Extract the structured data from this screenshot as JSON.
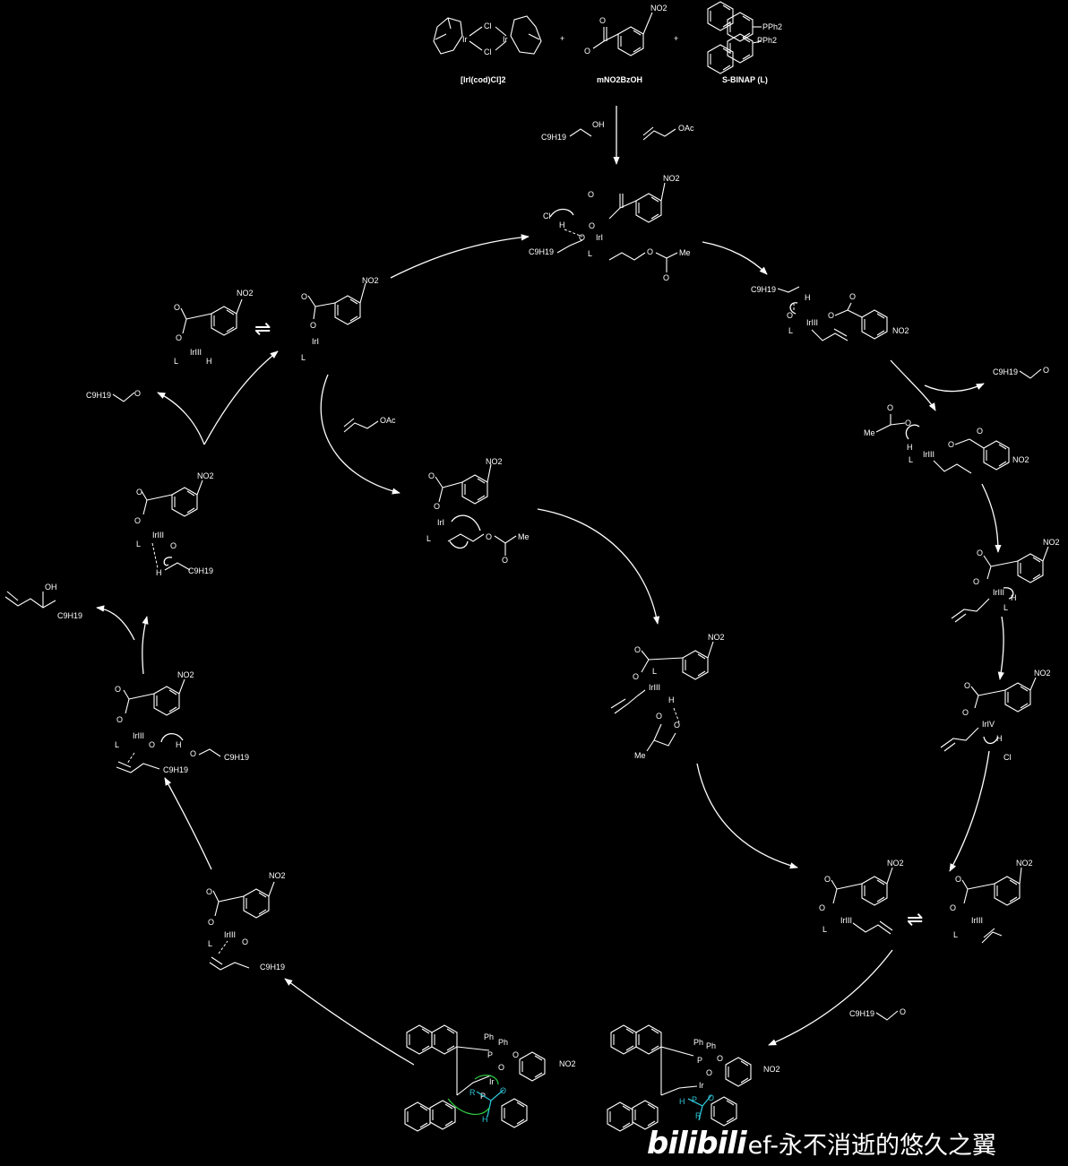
{
  "precatalyst": {
    "ir_dimer": {
      "atoms": {
        "cl_top": "Cl",
        "cl_bottom": "Cl",
        "ir_left": "Ir",
        "ir_right": "Ir"
      },
      "label": "[IrI(cod)Cl]2"
    },
    "plus_1": "+",
    "acid": {
      "atoms": {
        "no2": "NO2",
        "o_minus": "O"
      },
      "label": "mNO2BzOH"
    },
    "plus_2": "+",
    "binap": {
      "atoms": {
        "pph2_a": "PPh2",
        "pph2_b": "PPh2"
      },
      "label": "S-BINAP (L)"
    }
  },
  "reagents_entry": {
    "alcohol": "C9H19",
    "alcohol_oh": "OH",
    "allyl_acetate": "OAc"
  },
  "cycle": {
    "i1": {
      "cl": "Cl",
      "h": "H",
      "o1": "O",
      "ir": "IrI",
      "o2": "O",
      "o3": "O",
      "no2": "NO2",
      "r": "C9H19",
      "l": "L",
      "o4": "O",
      "me": "Me",
      "o5": "O"
    },
    "i2": {
      "r": "C9H19",
      "h": "H",
      "o": "O",
      "ir": "IrIII",
      "o2": "O",
      "o3": "O",
      "no2": "NO2",
      "l": "L"
    },
    "aldehyde_release_1": {
      "r": "C9H19",
      "o": "O"
    },
    "i3": {
      "o1": "O",
      "o2": "O",
      "me": "Me",
      "h": "H",
      "ir": "IrIII",
      "o3": "O",
      "o4": "O",
      "no2": "NO2",
      "l": "L"
    },
    "i4": {
      "no2": "NO2",
      "o1": "O",
      "o2": "O",
      "ir": "IrIII",
      "h": "H",
      "l": "L"
    },
    "i5": {
      "no2": "NO2",
      "o1": "O",
      "o2": "O",
      "ir": "IrIV",
      "h": "H",
      "cl": "Cl"
    },
    "i6": {
      "no2": "NO2",
      "o1": "O",
      "o2": "O",
      "ir": "IrIII",
      "l": "L",
      "eq": "⇌"
    },
    "i6b": {
      "no2": "NO2",
      "o1": "O",
      "o2": "O",
      "ir": "IrIII",
      "l": "L"
    },
    "aldehyde_add": {
      "r": "C9H19",
      "o": "O"
    },
    "ts_right": {
      "ph1": "Ph",
      "ph2": "Ph",
      "p": "P",
      "o1": "O",
      "ir": "Ir",
      "o2": "O",
      "no2": "NO2",
      "p2": "P",
      "h": "H",
      "o3": "O",
      "r": "R"
    },
    "ts_left": {
      "ph1": "Ph",
      "ph2": "Ph",
      "p": "P",
      "o1": "O",
      "ir": "Ir",
      "o2": "O",
      "no2": "NO2",
      "p2": "P",
      "h": "H",
      "o3": "O",
      "r": "R"
    },
    "i7": {
      "no2": "NO2",
      "o1": "O",
      "o2": "O",
      "ir": "IrIII",
      "l": "L",
      "o3": "O",
      "r": "C9H19"
    },
    "i8": {
      "no2": "NO2",
      "o1": "O",
      "o2": "O",
      "ir": "IrIII",
      "l": "L",
      "o3": "O",
      "h": "H",
      "o4": "O",
      "r1": "C9H19",
      "r2": "C9H19"
    },
    "product": {
      "oh": "OH",
      "r": "C9H19"
    },
    "i9": {
      "no2": "NO2",
      "o1": "O",
      "o2": "O",
      "ir": "IrIII",
      "l": "L",
      "o3": "O",
      "h": "H",
      "r": "C9H19"
    },
    "aldehyde_release_2": {
      "r": "C9H19",
      "o": "O"
    },
    "i10": {
      "no2": "NO2",
      "o1": "O",
      "o2": "O",
      "ir": "IrIII",
      "l": "L",
      "h": "H",
      "eq": "⇌"
    },
    "cat": {
      "o1": "O",
      "o2": "O",
      "no2": "NO2",
      "ir": "IrI",
      "l": "L"
    },
    "allyl_acetate_entry": {
      "oac": "OAc"
    },
    "i11": {
      "o1": "O",
      "o2": "O",
      "no2": "NO2",
      "ir": "IrI",
      "l": "L",
      "o3": "O",
      "o4": "O",
      "me": "Me"
    },
    "i12": {
      "o1": "O",
      "o2": "O",
      "no2": "NO2",
      "l": "L",
      "ir": "IrIII",
      "h": "H",
      "o3": "O",
      "o4": "O",
      "me": "Me"
    }
  },
  "watermark": {
    "logo": "bilibili",
    "author": "ef-永不消逝的悠久之翼"
  },
  "colors": {
    "background": "#000000",
    "ink": "#ffffff",
    "highlight_cyan": "#2ec4d6",
    "highlight_green": "#2ecc40"
  }
}
